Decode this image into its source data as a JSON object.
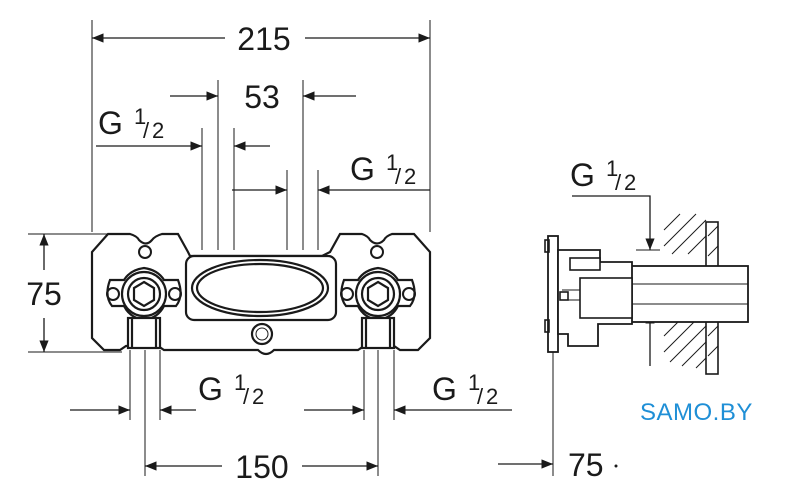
{
  "dimensions": {
    "overall_width": "215",
    "center_spacing": "53",
    "height": "75",
    "outlet_spacing": "150",
    "depth": "75"
  },
  "thread_label": {
    "main": "G",
    "num": "1",
    "den": "2"
  },
  "watermark": "SAMO.BY"
}
